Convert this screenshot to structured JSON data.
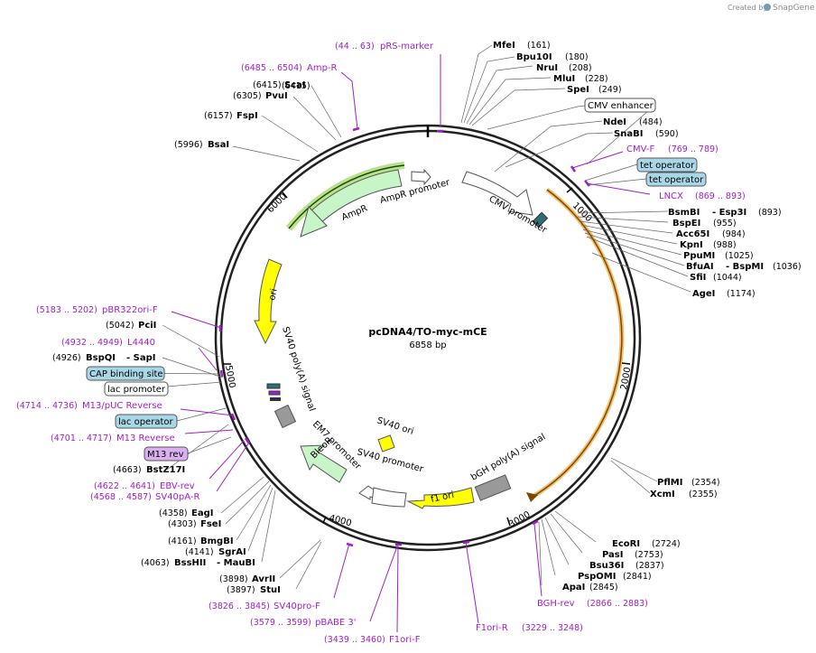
{
  "credit": {
    "prefix": "Created by",
    "brand": "SnapGene"
  },
  "plasmid": {
    "name": "pcDNA4/TO-myc-mCE",
    "size": "6858 bp"
  },
  "ticks": [
    "1000",
    "2000",
    "3000",
    "4000",
    "5000",
    "6000"
  ],
  "features": {
    "cmv_promoter": "CMV promoter",
    "ampr_promoter": "AmpR promoter",
    "ampr": "AmpR",
    "ori": "ori",
    "sv40_polya": "SV40 poly(A) signal",
    "em7_promoter": "EM7 promoter",
    "bleor": "BleoR",
    "sv40_promoter": "SV40 promoter",
    "sv40_ori": "SV40 ori",
    "f1_ori": "f1 ori",
    "bgh_polya": "bGH poly(A) signal"
  },
  "sites_right": [
    {
      "name": "MfeI",
      "pos": "(161)"
    },
    {
      "name": "Bpu10I",
      "pos": "(180)"
    },
    {
      "name": "NruI",
      "pos": "(208)"
    },
    {
      "name": "MluI",
      "pos": "(228)"
    },
    {
      "name": "SpeI",
      "pos": "(249)"
    },
    {
      "name": "NdeI",
      "pos": "(484)"
    },
    {
      "name": "SnaBI",
      "pos": "(590)"
    },
    {
      "name": "BsmBI",
      "name2": "- Esp3I",
      "pos": "(893)"
    },
    {
      "name": "BspEI",
      "pos": "(955)"
    },
    {
      "name": "Acc65I",
      "pos": "(984)"
    },
    {
      "name": "KpnI",
      "pos": "(988)"
    },
    {
      "name": "PpuMI",
      "pos": "(1025)"
    },
    {
      "name": "BfuAI",
      "name2": "- BspMI",
      "pos": "(1036)"
    },
    {
      "name": "SfiI",
      "pos": "(1044)"
    },
    {
      "name": "AgeI",
      "pos": "(1174)"
    },
    {
      "name": "PflMI",
      "pos": "(2354)"
    },
    {
      "name": "XcmI",
      "pos": "(2355)"
    },
    {
      "name": "EcoRI",
      "pos": "(2724)"
    },
    {
      "name": "PasI",
      "pos": "(2753)"
    },
    {
      "name": "Bsu36I",
      "pos": "(2837)"
    },
    {
      "name": "PspOMI",
      "pos": "(2841)"
    },
    {
      "name": "ApaI",
      "pos": "(2845)"
    }
  ],
  "sites_left": [
    {
      "name": "ScaI",
      "pos": "(6415)"
    },
    {
      "name": "PvuI",
      "pos": "(6305)"
    },
    {
      "name": "FspI",
      "pos": "(6157)"
    },
    {
      "name": "BsaI",
      "pos": "(5996)"
    },
    {
      "name": "PciI",
      "pos": "(5042)"
    },
    {
      "name": "BspQI",
      "name2": "- SapI",
      "pos": "(4926)"
    },
    {
      "name": "BstZ17I",
      "pos": "(4663)"
    },
    {
      "name": "EagI",
      "pos": "(4358)"
    },
    {
      "name": "FseI",
      "pos": "(4303)"
    },
    {
      "name": "BmgBI",
      "pos": "(4161)"
    },
    {
      "name": "SgrAI",
      "pos": "(4141)"
    },
    {
      "name": "BssHII",
      "name2": "- MauBI",
      "pos": "(4063)"
    },
    {
      "name": "AvrII",
      "pos": "(3898)"
    },
    {
      "name": "StuI",
      "pos": "(3897)"
    }
  ],
  "primers": [
    {
      "name": "pRS-marker",
      "range": "(44 .. 63)"
    },
    {
      "name": "Amp-R",
      "range": "(6485 .. 6504)"
    },
    {
      "name": "CMV-F",
      "range": "(769 .. 789)"
    },
    {
      "name": "LNCX",
      "range": "(869 .. 893)"
    },
    {
      "name": "pBR322ori-F",
      "range": "(5183 .. 5202)"
    },
    {
      "name": "L4440",
      "range": "(4932 .. 4949)"
    },
    {
      "name": "M13/pUC Reverse",
      "range": "(4714 .. 4736)"
    },
    {
      "name": "M13 Reverse",
      "range": "(4701 .. 4717)"
    },
    {
      "name": "EBV-rev",
      "range": "(4622 .. 4641)"
    },
    {
      "name": "SV40pA-R",
      "range": "(4568 .. 4587)"
    },
    {
      "name": "SV40pro-F",
      "range": "(3826 .. 3845)"
    },
    {
      "name": "pBABE 3'",
      "range": "(3579 .. 3599)"
    },
    {
      "name": "F1ori-F",
      "range": "(3439 .. 3460)"
    },
    {
      "name": "F1ori-R",
      "range": "(3229 .. 3248)"
    },
    {
      "name": "BGH-rev",
      "range": "(2866 .. 2883)"
    }
  ],
  "boxes": {
    "cmv_enhancer": "CMV enhancer",
    "tet_operator_1": "tet operator",
    "tet_operator_2": "tet operator",
    "cap_binding_site": "CAP binding site",
    "lac_promoter": "lac promoter",
    "lac_operator": "lac operator",
    "m13_rev": "M13 rev"
  },
  "colors": {
    "backbone": "#222222",
    "ampr_fill": "#c8f5c8",
    "ori_fill": "#ffff00",
    "primer": "#a020c8",
    "highlight_green": "#9bd35a",
    "highlight_orange": "#f0a838",
    "operator_fill": "#a8d8e8",
    "m13_fill": "#dcb0f0"
  }
}
